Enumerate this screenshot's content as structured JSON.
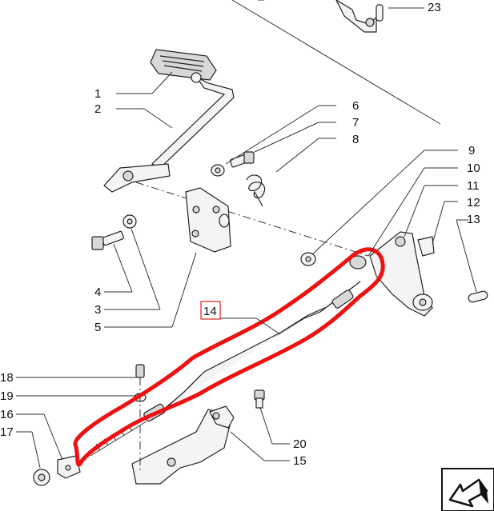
{
  "labels": {
    "l1": "1",
    "l2": "2",
    "l3": "3",
    "l4": "4",
    "l5": "5",
    "l6": "6",
    "l7": "7",
    "l8": "8",
    "l9": "9",
    "l10": "10",
    "l11": "11",
    "l12": "12",
    "l13": "13",
    "l14": "14",
    "l15": "15",
    "l16": "16",
    "l17": "17",
    "l18": "18",
    "l19": "19",
    "l20": "20",
    "l23": "23"
  },
  "colors": {
    "highlight": "#e11111",
    "line": "#333333"
  },
  "icons": {
    "corner": "arrow-left-down-icon"
  }
}
